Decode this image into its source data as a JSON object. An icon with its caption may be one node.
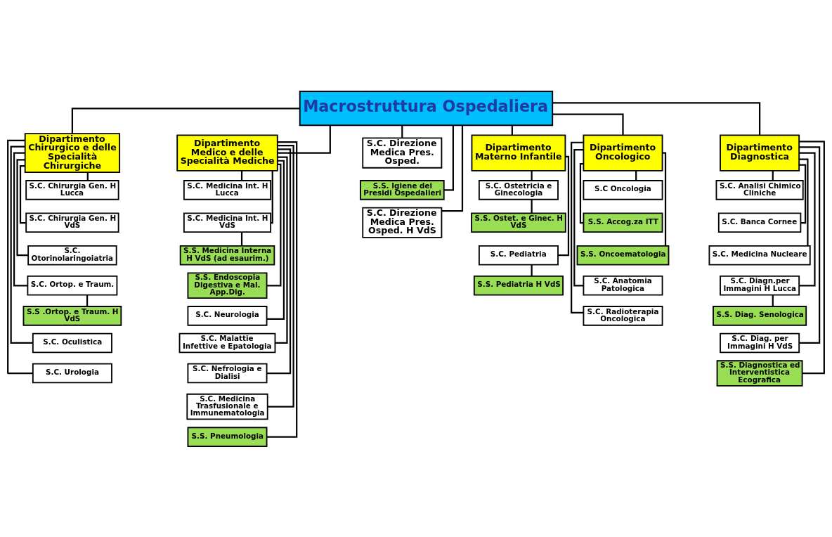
{
  "diagram": {
    "nodes": [
      {
        "text": [
          "Macrostruttura Ospedaliera"
        ]
      },
      {
        "text": [
          "Dipartimento Chirurgico e delle Specialità Chirurgiche"
        ]
      },
      {
        "text": [
          "S.C. Chirurgia Gen. H Lucca"
        ]
      },
      {
        "text": [
          "S.C. Chirurgia Gen. H VdS"
        ]
      },
      {
        "text": [
          "S.C. Otorinolaringoiatria"
        ]
      },
      {
        "text": [
          "S.C. Ortop. e Traum."
        ]
      },
      {
        "text": [
          "S.S .Ortop. e Traum. H VdS"
        ]
      },
      {
        "text": [
          "S.C. Oculistica"
        ]
      },
      {
        "text": [
          "S.C. Urologia"
        ]
      },
      {
        "text": [
          "Dipartimento Medico e delle Specialità Mediche"
        ]
      },
      {
        "text": [
          "S.C. Medicina Int. H Lucca"
        ]
      },
      {
        "text": [
          "S.C. Medicina Int. H VdS"
        ]
      },
      {
        "text": [
          "S.S. Medicina Interna H VdS (ad esaurim.)"
        ]
      },
      {
        "text": [
          "S.S. Endoscopia Digestiva e Mal. App.Dig."
        ]
      },
      {
        "text": [
          "S.C. Neurologia"
        ]
      },
      {
        "text": [
          "S.C. Malattie Infettive e Epatologia"
        ]
      },
      {
        "text": [
          "S.C. Nefrologia e Dialisi"
        ]
      },
      {
        "text": [
          "S.C. Medicina Trasfusionale e Immunematologia"
        ]
      },
      {
        "text": [
          "S.S. Pneumologia"
        ]
      },
      {
        "text": [
          "S.C. Direzione Medica Pres. Osped."
        ]
      },
      {
        "text": [
          "S.S. Igiene dei Presidi Ospedalieri"
        ]
      },
      {
        "text": [
          "S.C. Direzione Medica Pres. Osped. H VdS"
        ]
      },
      {
        "text": [
          "Dipartimento Materno Infantile"
        ]
      },
      {
        "text": [
          "S.C. Ostetricia e Ginecologia"
        ]
      },
      {
        "text": [
          "S.S. Ostet. e Ginec. H VdS"
        ]
      },
      {
        "text": [
          "S.C. Pediatria"
        ]
      },
      {
        "text": [
          "S.S. Pediatria H VdS"
        ]
      },
      {
        "text": [
          "Dipartimento Oncologico"
        ]
      },
      {
        "text": [
          "S.C Oncologia"
        ]
      },
      {
        "text": [
          "S.S. Accog.za ITT"
        ]
      },
      {
        "text": [
          "S.S. Oncoematologia"
        ]
      },
      {
        "text": [
          "S.C. Anatomia Patologica"
        ]
      },
      {
        "text": [
          "S.C. Radioterapia Oncologica"
        ]
      },
      {
        "text": [
          "Dipartimento Diagnostica"
        ]
      },
      {
        "text": [
          "S.C. Analisi Chimico Cliniche"
        ]
      },
      {
        "text": [
          "S.C. Banca Cornee"
        ]
      },
      {
        "text": [
          "S.C. Medicina Nucleare"
        ]
      },
      {
        "text": [
          "S.C. Diagn.per Immagini H Lucca"
        ]
      },
      {
        "text": [
          "S.S. Diag. Senologica"
        ]
      },
      {
        "text": [
          "S.C. Diag. per Immagini H VdS"
        ]
      },
      {
        "text": [
          "S.S. Diagnostica ed Interventistica Ecografica"
        ]
      }
    ],
    "edges": [
      {
        "from": 0,
        "to": 1,
        "arrow": "none"
      },
      {
        "from": 0,
        "to": 9,
        "arrow": "none"
      },
      {
        "from": 0,
        "to": 19,
        "arrow": "none"
      },
      {
        "from": 0,
        "to": 20,
        "arrow": "none"
      },
      {
        "from": 0,
        "to": 21,
        "arrow": "none"
      },
      {
        "from": 0,
        "to": 22,
        "arrow": "none"
      },
      {
        "from": 0,
        "to": 27,
        "arrow": "none"
      },
      {
        "from": 0,
        "to": 33,
        "arrow": "none"
      },
      {
        "from": 1,
        "to": 2,
        "arrow": "none"
      },
      {
        "from": 1,
        "to": 3,
        "arrow": "none"
      },
      {
        "from": 1,
        "to": 4,
        "arrow": "none"
      },
      {
        "from": 1,
        "to": 5,
        "arrow": "none"
      },
      {
        "from": 5,
        "to": 6,
        "arrow": "none"
      },
      {
        "from": 1,
        "to": 7,
        "arrow": "none"
      },
      {
        "from": 1,
        "to": 8,
        "arrow": "none"
      },
      {
        "from": 9,
        "to": 10,
        "arrow": "none"
      },
      {
        "from": 9,
        "to": 11,
        "arrow": "none"
      },
      {
        "from": 11,
        "to": 12,
        "arrow": "none"
      },
      {
        "from": 9,
        "to": 13,
        "arrow": "none"
      },
      {
        "from": 9,
        "to": 14,
        "arrow": "none"
      },
      {
        "from": 9,
        "to": 15,
        "arrow": "none"
      },
      {
        "from": 9,
        "to": 16,
        "arrow": "none"
      },
      {
        "from": 9,
        "to": 17,
        "arrow": "none"
      },
      {
        "from": 9,
        "to": 18,
        "arrow": "none"
      },
      {
        "from": 22,
        "to": 23,
        "arrow": "none"
      },
      {
        "from": 23,
        "to": 24,
        "arrow": "none"
      },
      {
        "from": 22,
        "to": 25,
        "arrow": "none"
      },
      {
        "from": 25,
        "to": 26,
        "arrow": "none"
      },
      {
        "from": 27,
        "to": 28,
        "arrow": "none"
      },
      {
        "from": 27,
        "to": 29,
        "arrow": "none"
      },
      {
        "from": 27,
        "to": 30,
        "arrow": "none"
      },
      {
        "from": 27,
        "to": 31,
        "arrow": "none"
      },
      {
        "from": 27,
        "to": 32,
        "arrow": "none"
      },
      {
        "from": 33,
        "to": 34,
        "arrow": "none"
      },
      {
        "from": 33,
        "to": 35,
        "arrow": "none"
      },
      {
        "from": 33,
        "to": 36,
        "arrow": "none"
      },
      {
        "from": 33,
        "to": 37,
        "arrow": "none"
      },
      {
        "from": 37,
        "to": 38,
        "arrow": "none"
      },
      {
        "from": 33,
        "to": 39,
        "arrow": "none"
      },
      {
        "from": 33,
        "to": 40,
        "arrow": "none"
      }
    ]
  }
}
